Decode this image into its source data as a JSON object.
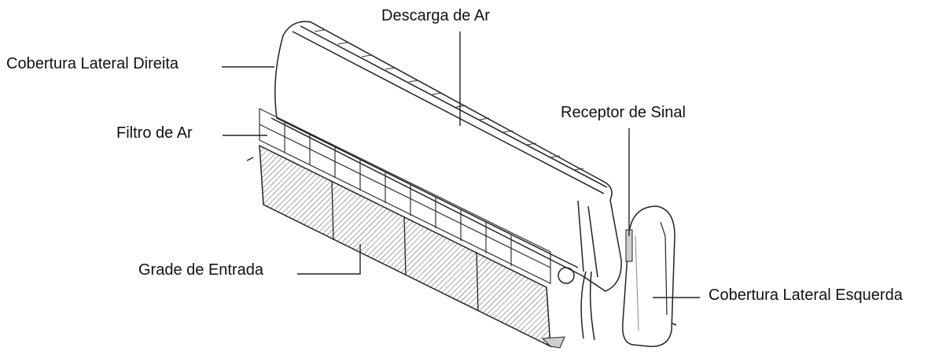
{
  "diagram": {
    "labels": {
      "air_outlet": "Descarga de Ar",
      "right_side_cover": "Cobertura Lateral Direita",
      "air_filter": "Filtro de Ar",
      "signal_receiver": "Receptor de Sinal",
      "inlet_grille": "Grade de Entrada",
      "left_side_cover": "Cobertura Lateral Esquerda"
    },
    "colors": {
      "line": "#222222",
      "hatch": "#6a6a6a",
      "shade": "#cfcfcf",
      "background": "#ffffff"
    }
  }
}
